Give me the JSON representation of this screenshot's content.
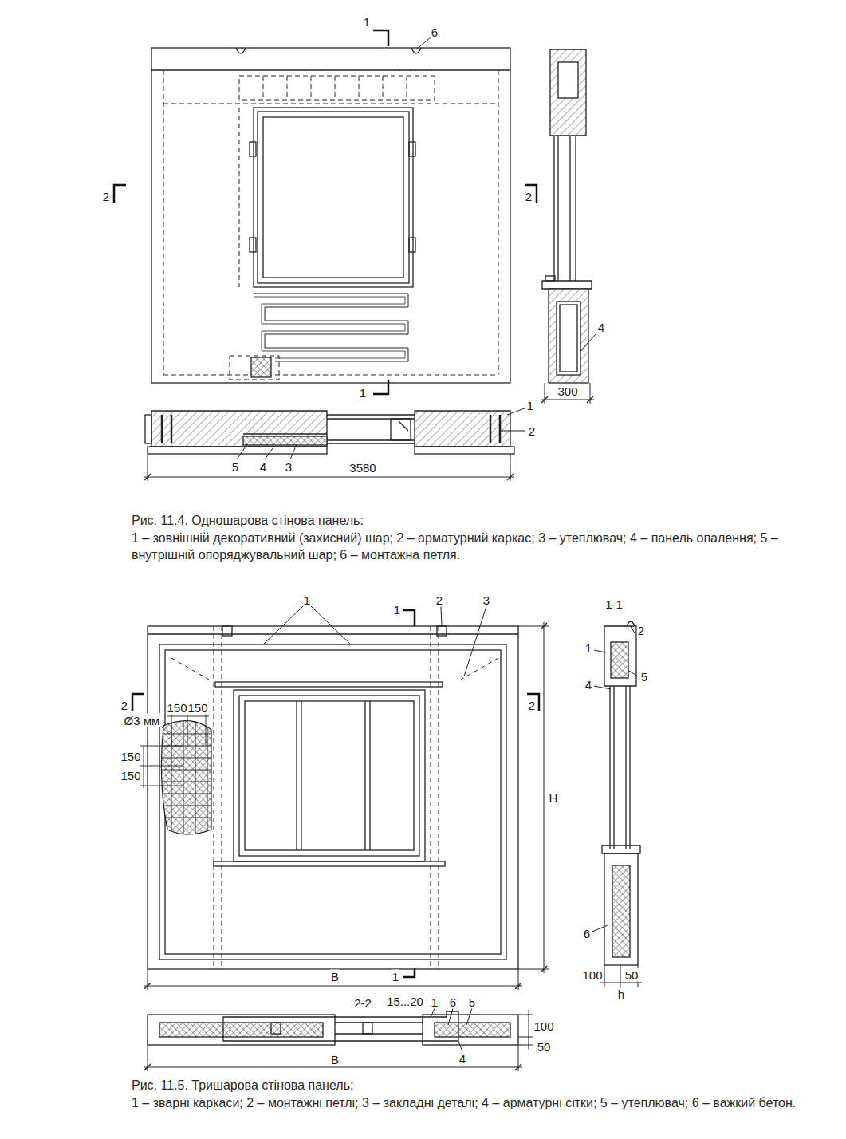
{
  "diagram": {
    "labels": [
      "1",
      "6",
      "2",
      "2",
      "4",
      "300",
      "1",
      "1",
      "2",
      "5",
      "4",
      "3",
      "3580",
      "Рис. 11.4. Одношарова стінова панель:",
      "1 – зовнішній декоративний (захисний) шар; 2 – арматурний каркас; 3 – утеплювач; 4 – панель опалення; 5 – внутрішній опоряджувальний шар; 6 – монтажна петля.",
      "1",
      "1",
      "2",
      "3",
      "1-1",
      "2",
      "2",
      "1",
      "2",
      "4",
      "5",
      "Ø3 мм",
      "150",
      "150",
      "150",
      "150",
      "H",
      "6",
      "100",
      "50",
      "h",
      "B",
      "1",
      "2-2",
      "15...20",
      "1",
      "6",
      "5",
      "100",
      "50",
      "4",
      "B",
      "Рис. 11.5. Тришарова стінова панель:",
      "1 – зварні каркаси; 2 – монтажні петлі; 3 – закладні деталі; 4 – арматурні сітки; 5 – утеплювач; 6 – важкий бетон."
    ]
  }
}
